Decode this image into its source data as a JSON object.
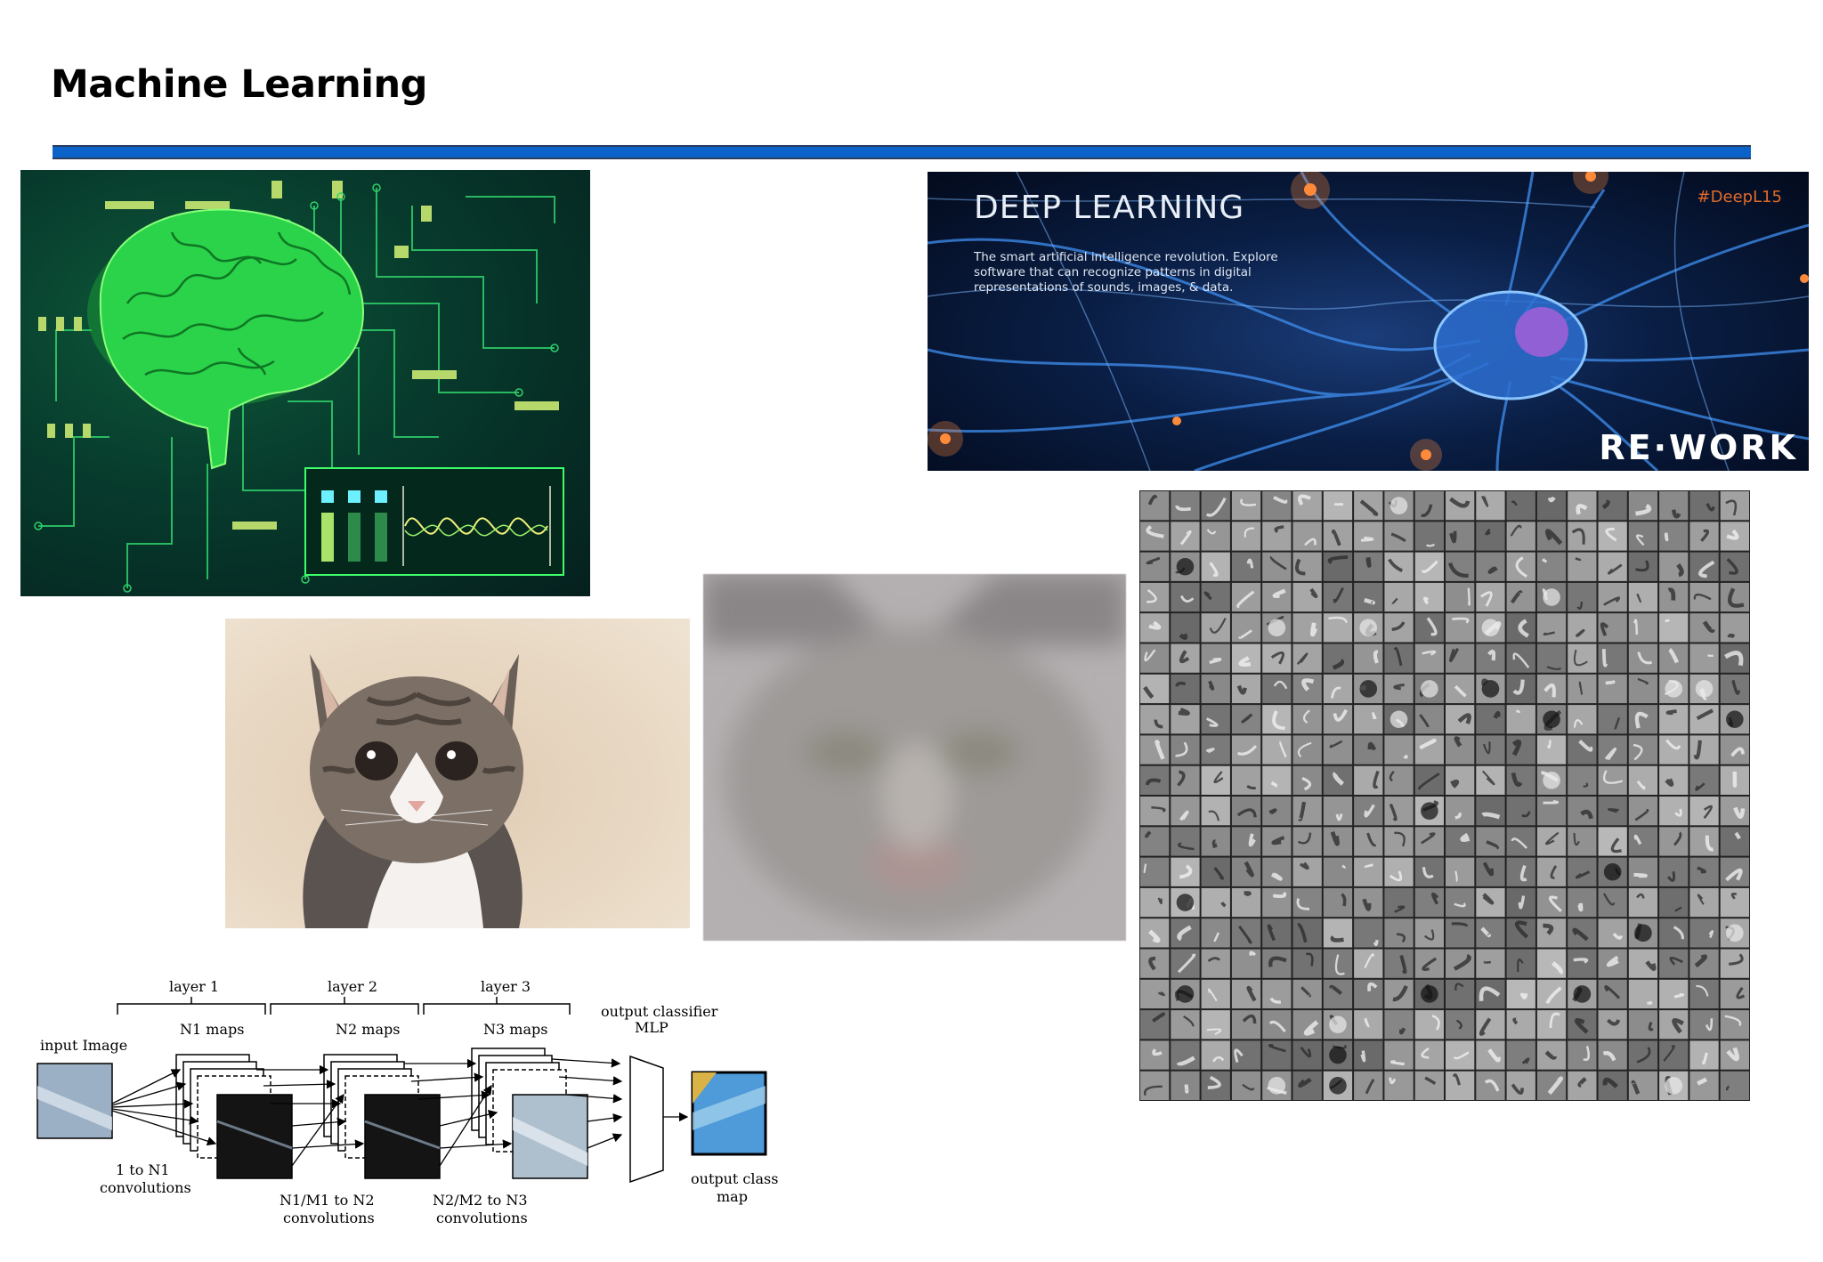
{
  "slide": {
    "title": "Machine Learning"
  },
  "colors": {
    "rule": "#0b63c9",
    "brain_green": "#3dff3d",
    "deep_blue": "#2f7fe0",
    "deep_tag": "#e06a2a"
  },
  "deep_learning_banner": {
    "heading": "DEEP LEARNING",
    "description": "The smart artificial intelligence revolution. Explore software that can recognize patterns in digital representations of sounds, images, & data.",
    "hashtag": "#DeepL15",
    "logo": "RE·WORK"
  },
  "cnn_diagram": {
    "layer1": "layer 1",
    "layer2": "layer 2",
    "layer3": "layer 3",
    "n1_maps": "N1 maps",
    "n2_maps": "N2 maps",
    "n3_maps": "N3 maps",
    "input": "input Image",
    "output_classifier_1": "output classifier",
    "output_classifier_2": "MLP",
    "conv1_1": "1 to N1",
    "conv1_2": "convolutions",
    "conv2_1": "N1/M1 to N2",
    "conv2_2": "convolutions",
    "conv3_1": "N2/M2 to N3",
    "conv3_2": "convolutions",
    "output_1": "output class",
    "output_2": "map"
  }
}
